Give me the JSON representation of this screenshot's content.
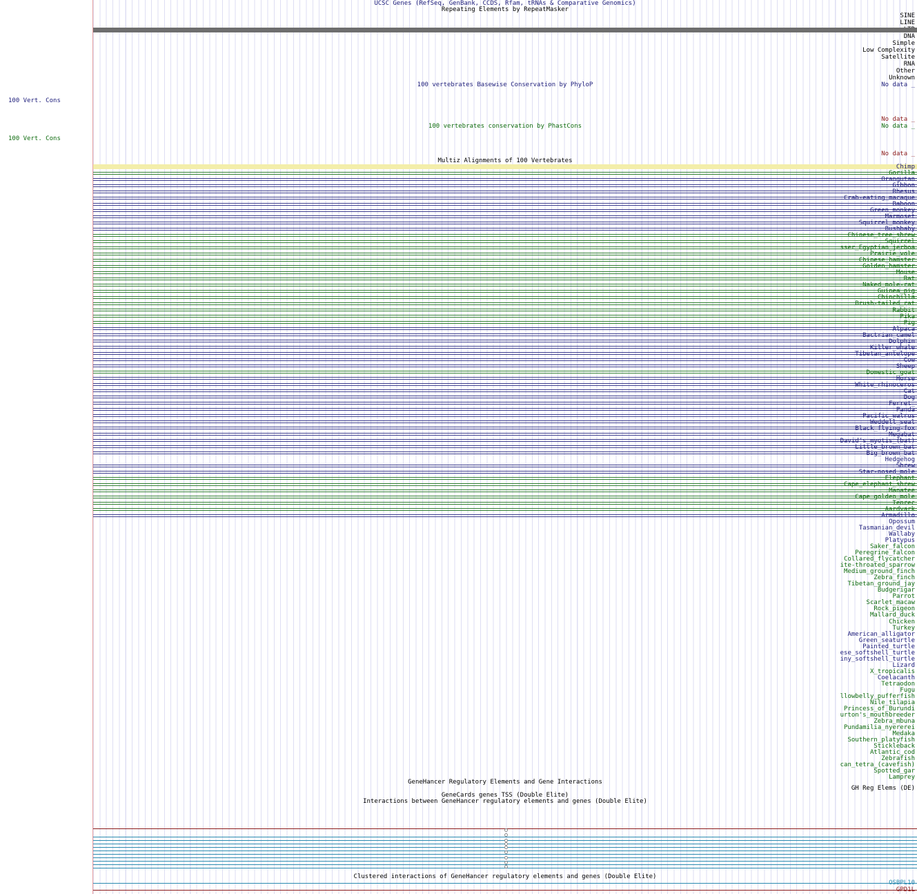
{
  "colors": {
    "navy": "#1c1c7a",
    "green": "#0e6b0e",
    "maroon": "#8b1a1a",
    "teal": "#2a8ab0",
    "black": "#000000",
    "ltr_bar": "#6e6e6e",
    "chimp_bar": "#f3eeaa",
    "separator": "#e8a0a0"
  },
  "tracks": {
    "ucsc_genes": "UCSC Genes (RefSeq, GenBank, CCDS, Rfam, tRNAs & Comparative Genomics)",
    "repeatmasker": "Repeating Elements by RepeatMasker",
    "phylop": "100 vertebrates Basewise Conservation by PhyloP",
    "phastcons": "100 vertebrates conservation by PhastCons",
    "multiz": "Multiz Alignments of 100 Vertebrates",
    "genehancer": "GeneHancer Regulatory Elements and Gene Interactions",
    "genecards_tss": "GeneCards genes TSS (Double Elite)",
    "gh_interactions": "Interactions between GeneHancer regulatory elements and genes (Double Elite)",
    "gh_clustered": "Clustered interactions of GeneHancer regulatory elements and genes (Double Elite)"
  },
  "repeat_classes": [
    "SINE",
    "LINE",
    "LTR",
    "DNA",
    "Simple",
    "Low Complexity",
    "Satellite",
    "RNA",
    "Other",
    "Unknown"
  ],
  "labels": {
    "no_data": "No data _",
    "vert_cons": "100 Vert. Cons",
    "gh_reg_elems": "GH Reg Elems (DE)",
    "gene1": "OSBPL10",
    "gene2": "GPD1L"
  },
  "species": [
    {
      "name": "Chimp",
      "color": "navy",
      "aligned": true
    },
    {
      "name": "Gorilla",
      "color": "green",
      "aligned": true
    },
    {
      "name": "Orangutan",
      "color": "navy",
      "aligned": true
    },
    {
      "name": "Gibbon",
      "color": "navy",
      "aligned": true
    },
    {
      "name": "Rhesus",
      "color": "navy",
      "aligned": true
    },
    {
      "name": "Crab-eating_macaque",
      "color": "navy",
      "aligned": true
    },
    {
      "name": "Baboon",
      "color": "navy",
      "aligned": true
    },
    {
      "name": "Green_monkey",
      "color": "navy",
      "aligned": true
    },
    {
      "name": "Marmoset",
      "color": "navy",
      "aligned": true
    },
    {
      "name": "Squirrel_monkey",
      "color": "navy",
      "aligned": true
    },
    {
      "name": "Bushbaby",
      "color": "navy",
      "aligned": true
    },
    {
      "name": "Chinese_tree_shrew",
      "color": "green",
      "aligned": true
    },
    {
      "name": "Squirrel",
      "color": "green",
      "aligned": true
    },
    {
      "name": "sser_Egyptian_jerboa",
      "color": "green",
      "aligned": true
    },
    {
      "name": "Prairie_vole",
      "color": "green",
      "aligned": true
    },
    {
      "name": "Chinese_hamster",
      "color": "green",
      "aligned": true
    },
    {
      "name": "Golden_hamster",
      "color": "green",
      "aligned": true
    },
    {
      "name": "Mouse",
      "color": "green",
      "aligned": true
    },
    {
      "name": "Rat",
      "color": "green",
      "aligned": true
    },
    {
      "name": "Naked_mole-rat",
      "color": "green",
      "aligned": true
    },
    {
      "name": "Guinea_pig",
      "color": "green",
      "aligned": true
    },
    {
      "name": "Chinchilla",
      "color": "green",
      "aligned": true
    },
    {
      "name": "Brush-tailed_rat",
      "color": "green",
      "aligned": true
    },
    {
      "name": "Rabbit",
      "color": "green",
      "aligned": true
    },
    {
      "name": "Pika",
      "color": "green",
      "aligned": true
    },
    {
      "name": "Pig",
      "color": "green",
      "aligned": true
    },
    {
      "name": "Alpaca",
      "color": "navy",
      "aligned": true
    },
    {
      "name": "Bactrian_camel",
      "color": "navy",
      "aligned": true
    },
    {
      "name": "Dolphin",
      "color": "navy",
      "aligned": true
    },
    {
      "name": "Killer_whale",
      "color": "navy",
      "aligned": true
    },
    {
      "name": "Tibetan_antelope",
      "color": "navy",
      "aligned": true
    },
    {
      "name": "Cow",
      "color": "navy",
      "aligned": true
    },
    {
      "name": "Sheep",
      "color": "navy",
      "aligned": true
    },
    {
      "name": "Domestic_goat",
      "color": "green",
      "aligned": true
    },
    {
      "name": "Horse",
      "color": "navy",
      "aligned": true
    },
    {
      "name": "White_rhinoceros",
      "color": "navy",
      "aligned": true
    },
    {
      "name": "Cat",
      "color": "navy",
      "aligned": true
    },
    {
      "name": "Dog",
      "color": "navy",
      "aligned": true
    },
    {
      "name": "Ferret_",
      "color": "navy",
      "aligned": true
    },
    {
      "name": "Panda",
      "color": "navy",
      "aligned": true
    },
    {
      "name": "Pacific_walrus",
      "color": "navy",
      "aligned": true
    },
    {
      "name": "Weddell_seal",
      "color": "navy",
      "aligned": true
    },
    {
      "name": "Black_flying-fox",
      "color": "navy",
      "aligned": true
    },
    {
      "name": "Megabat",
      "color": "navy",
      "aligned": true
    },
    {
      "name": "David's_myotis_(bat)",
      "color": "navy",
      "aligned": true
    },
    {
      "name": "Little_brown_bat",
      "color": "navy",
      "aligned": true
    },
    {
      "name": "Big_brown_bat",
      "color": "navy",
      "aligned": true
    },
    {
      "name": "Hedgehog",
      "color": "navy",
      "aligned": false
    },
    {
      "name": "Shrew",
      "color": "navy",
      "aligned": true
    },
    {
      "name": "Star-nosed_mole",
      "color": "navy",
      "aligned": true
    },
    {
      "name": "Elephant",
      "color": "green",
      "aligned": true
    },
    {
      "name": "Cape_elephant_shrew",
      "color": "green",
      "aligned": true
    },
    {
      "name": "Manatee",
      "color": "green",
      "aligned": true
    },
    {
      "name": "Cape_golden_mole",
      "color": "green",
      "aligned": true
    },
    {
      "name": "Tenrec",
      "color": "green",
      "aligned": true
    },
    {
      "name": "Aardvark",
      "color": "green",
      "aligned": true
    },
    {
      "name": "Armadillo",
      "color": "navy",
      "aligned": true
    },
    {
      "name": "Opossum",
      "color": "navy",
      "aligned": false
    },
    {
      "name": "Tasmanian_devil",
      "color": "navy",
      "aligned": false
    },
    {
      "name": "Wallaby",
      "color": "navy",
      "aligned": false
    },
    {
      "name": "Platypus",
      "color": "navy",
      "aligned": false
    },
    {
      "name": "Saker_falcon",
      "color": "green",
      "aligned": false
    },
    {
      "name": "Peregrine_falcon",
      "color": "green",
      "aligned": false
    },
    {
      "name": "Collared_flycatcher",
      "color": "green",
      "aligned": false
    },
    {
      "name": "ite-throated_sparrow",
      "color": "green",
      "aligned": false
    },
    {
      "name": "Medium_ground_finch",
      "color": "green",
      "aligned": false
    },
    {
      "name": "Zebra_finch",
      "color": "green",
      "aligned": false
    },
    {
      "name": "Tibetan_ground_jay",
      "color": "green",
      "aligned": false
    },
    {
      "name": "Budgerigar",
      "color": "green",
      "aligned": false
    },
    {
      "name": "Parrot",
      "color": "green",
      "aligned": false
    },
    {
      "name": "Scarlet_macaw",
      "color": "green",
      "aligned": false
    },
    {
      "name": "Rock_pigeon",
      "color": "green",
      "aligned": false
    },
    {
      "name": "Mallard_duck",
      "color": "green",
      "aligned": false
    },
    {
      "name": "Chicken",
      "color": "green",
      "aligned": false
    },
    {
      "name": "Turkey",
      "color": "green",
      "aligned": false
    },
    {
      "name": "American_alligator",
      "color": "navy",
      "aligned": false
    },
    {
      "name": "Green_seaturtle",
      "color": "navy",
      "aligned": false
    },
    {
      "name": "Painted_turtle",
      "color": "navy",
      "aligned": false
    },
    {
      "name": "ese_softshell_turtle",
      "color": "navy",
      "aligned": false
    },
    {
      "name": "iny_softshell_turtle",
      "color": "navy",
      "aligned": false
    },
    {
      "name": "Lizard",
      "color": "navy",
      "aligned": false
    },
    {
      "name": "X_tropicalis",
      "color": "green",
      "aligned": false
    },
    {
      "name": "Coelacanth",
      "color": "navy",
      "aligned": false
    },
    {
      "name": "Tetraodon",
      "color": "green",
      "aligned": false
    },
    {
      "name": "Fugu",
      "color": "green",
      "aligned": false
    },
    {
      "name": "llowbelly_pufferfish",
      "color": "green",
      "aligned": false
    },
    {
      "name": "Nile_tilapia",
      "color": "green",
      "aligned": false
    },
    {
      "name": "Princess_of_Burundi",
      "color": "green",
      "aligned": false
    },
    {
      "name": "urton's_mouthbreeder",
      "color": "green",
      "aligned": false
    },
    {
      "name": "Zebra_mbuna",
      "color": "green",
      "aligned": false
    },
    {
      "name": "Pundamilia_nyererei",
      "color": "green",
      "aligned": false
    },
    {
      "name": "Medaka",
      "color": "green",
      "aligned": false
    },
    {
      "name": "Southern_platyfish",
      "color": "green",
      "aligned": false
    },
    {
      "name": "Stickleback",
      "color": "green",
      "aligned": false
    },
    {
      "name": "Atlantic_cod",
      "color": "green",
      "aligned": false
    },
    {
      "name": "Zebrafish",
      "color": "green",
      "aligned": false
    },
    {
      "name": "can_tetra_(cavefish)",
      "color": "green",
      "aligned": false
    },
    {
      "name": "Spotted_gar",
      "color": "green",
      "aligned": false
    },
    {
      "name": "Lamprey",
      "color": "green",
      "aligned": false
    }
  ]
}
